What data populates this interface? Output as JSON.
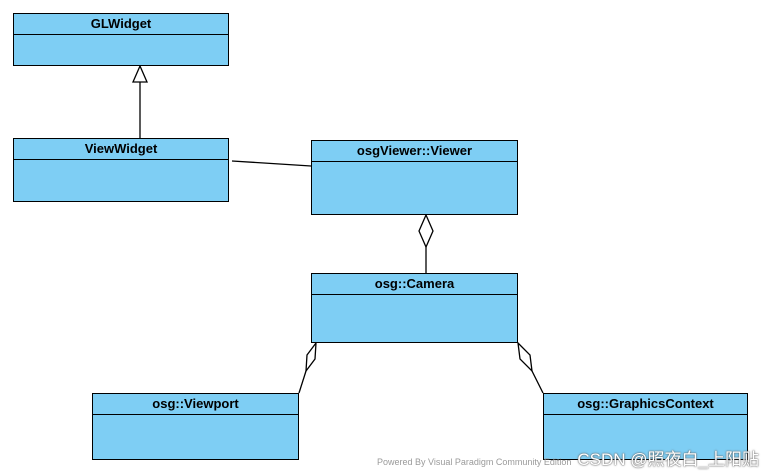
{
  "diagram": {
    "classes": {
      "glwidget": {
        "name": "GLWidget"
      },
      "viewwidget": {
        "name": "ViewWidget"
      },
      "viewer": {
        "name": "osgViewer::Viewer"
      },
      "camera": {
        "name": "osg::Camera"
      },
      "viewport": {
        "name": "osg::Viewport"
      },
      "graphics_context": {
        "name": "osg::GraphicsContext"
      }
    },
    "relationships": [
      {
        "from": "viewwidget",
        "to": "glwidget",
        "type": "generalization"
      },
      {
        "from": "viewwidget",
        "to": "viewer",
        "type": "association"
      },
      {
        "from": "viewer",
        "to": "camera",
        "type": "aggregation"
      },
      {
        "from": "camera",
        "to": "viewport",
        "type": "aggregation"
      },
      {
        "from": "camera",
        "to": "graphics_context",
        "type": "aggregation"
      }
    ],
    "colors": {
      "class_fill": "#7ecef4",
      "class_border": "#000000",
      "line": "#000000"
    }
  },
  "watermark": {
    "powered_text": "Powered By Visual Paradigm Community Edition",
    "csdn_text": "CSDN @照夜白_上阳贴"
  }
}
